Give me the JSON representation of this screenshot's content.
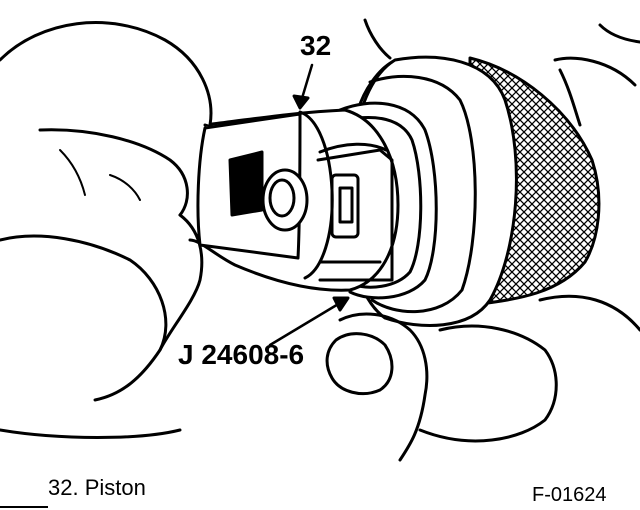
{
  "callouts": {
    "piston_number": "32",
    "tool_number": "J 24608-6"
  },
  "legend": {
    "item_32": "32.  Piston"
  },
  "figure_code": "F-01624",
  "colors": {
    "ink": "#000000",
    "paper": "#ffffff"
  }
}
